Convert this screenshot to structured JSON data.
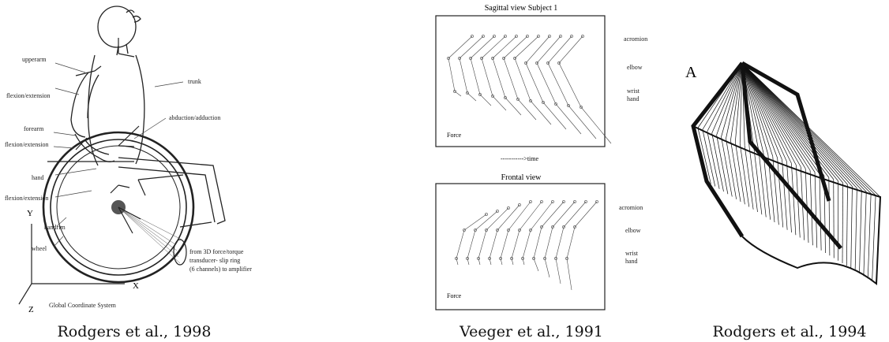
{
  "figure": {
    "panels": [
      {
        "caption": "Rodgers et al., 1998",
        "labels": {
          "upperarm": "upperarm",
          "flexion_extension_1": "flexion/extension",
          "forearm": "forearm",
          "flexion_extension_2": "flexion/extension",
          "hand": "hand",
          "flexion_extension_3": "flexion/extension",
          "handrim": "handrim",
          "wheel": "wheel",
          "trunk": "trunk",
          "abduction_adduction": "abduction/adduction",
          "transducer_note_1": "from 3D force/torque",
          "transducer_note_2": "transducer- slip ring",
          "transducer_note_3": "(6 channels) to amplifier",
          "global": "Global Coordinate System",
          "axis_x": "X",
          "axis_y": "Y",
          "axis_z": "Z"
        }
      },
      {
        "caption": "Veeger et al., 1991",
        "top_title": "Sagittal view Subject 1",
        "bottom_title": "Frontal view",
        "time_label": "----------->time",
        "force_label": "Force",
        "joint_labels": [
          "acromion",
          "elbow",
          "wrist",
          "hand"
        ]
      },
      {
        "caption": "Rodgers et al., 1994",
        "panel_letter": "A"
      }
    ]
  }
}
